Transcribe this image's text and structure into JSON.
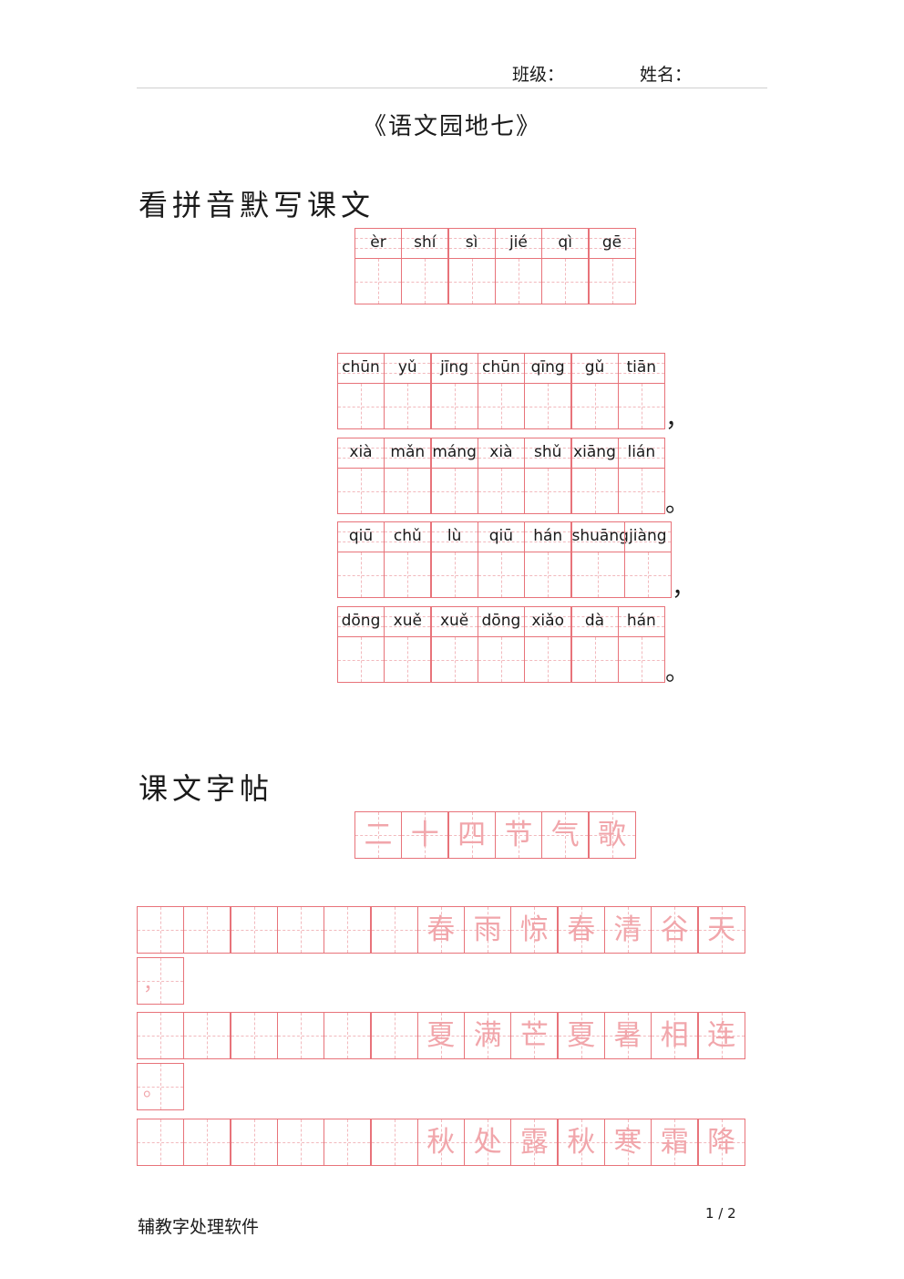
{
  "header": {
    "class_label": "班级：",
    "name_label": "姓名："
  },
  "title": "《语文园地七》",
  "section1": {
    "heading": "看拼音默写课文",
    "title_pinyin": [
      "èr",
      "shí",
      "sì",
      "jié",
      "qì",
      "gē"
    ],
    "lines": [
      {
        "pinyin": [
          "chūn",
          "yǔ",
          "jīng",
          "chūn",
          "qīng",
          "gǔ",
          "tiān"
        ],
        "punct": "，"
      },
      {
        "pinyin": [
          "xià",
          "mǎn",
          "máng",
          "xià",
          "shǔ",
          "xiāng",
          "lián"
        ],
        "punct": "。"
      },
      {
        "pinyin": [
          "qiū",
          "chǔ",
          "lù",
          "qiū",
          "hán",
          "shuāng",
          "jiàng"
        ],
        "punct": "，"
      },
      {
        "pinyin": [
          "dōng",
          "xuě",
          "xuě",
          "dōng",
          "xiǎo",
          "dà",
          "hán"
        ],
        "punct": "。"
      }
    ]
  },
  "section2": {
    "heading": "课文字帖",
    "title_chars": [
      "二",
      "十",
      "四",
      "节",
      "气",
      "歌"
    ],
    "rows": [
      {
        "chars": [
          "春",
          "雨",
          "惊",
          "春",
          "清",
          "谷",
          "天"
        ],
        "punct": "，"
      },
      {
        "chars": [
          "夏",
          "满",
          "芒",
          "夏",
          "暑",
          "相",
          "连"
        ],
        "punct": "。"
      },
      {
        "chars": [
          "秋",
          "处",
          "露",
          "秋",
          "寒",
          "霜",
          "降"
        ],
        "punct": ""
      }
    ]
  },
  "footer": {
    "software": "辅教字处理软件",
    "page": "1 / 2"
  },
  "colors": {
    "grid_line": "#e8737a",
    "guide_line": "#f2b9bd",
    "trace_char": "#f1a6ab",
    "text": "#1a1a1a"
  }
}
